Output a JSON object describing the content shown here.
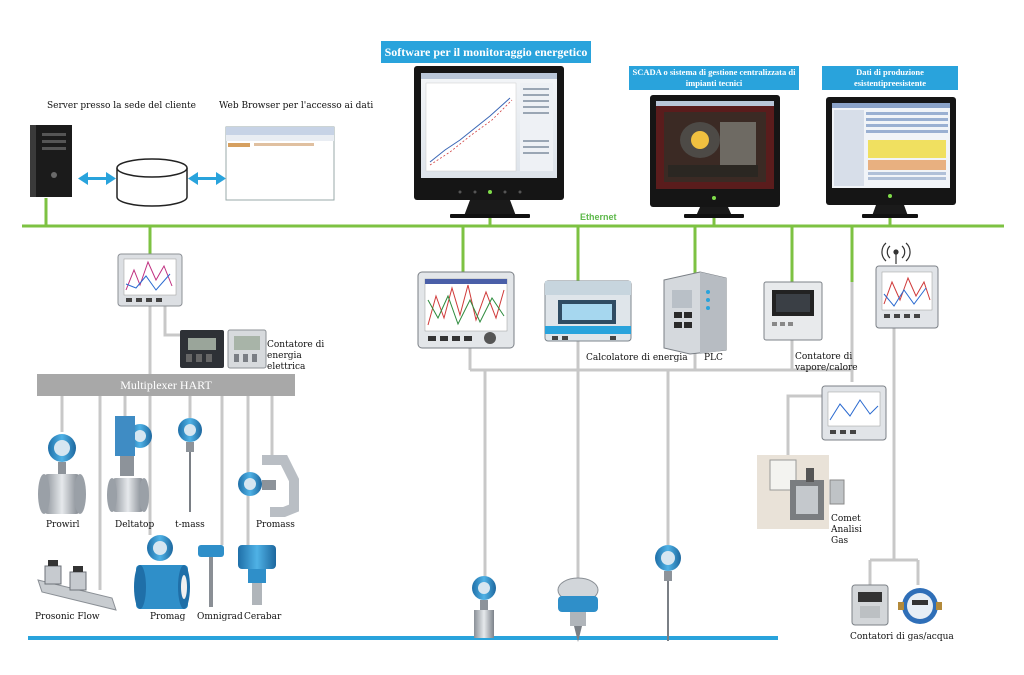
{
  "network": {
    "ethernet_label": "Ethernet",
    "multiplexer_label": "Multiplexer HART"
  },
  "top": {
    "server_label": "Server presso la sede del cliente",
    "browser_label": "Web Browser per l'accesso ai dati",
    "software_label": "Software per il monitoraggio energetico",
    "scada_label": "SCADA o sistema di gestione centralizzata di impianti tecnici",
    "production_label": "Dati di produzione esistentipreesistente"
  },
  "devices": {
    "electric_meter": "Contatore di energia elettrica",
    "energy_calculator": "Calcolatore di energia",
    "plc": "PLC",
    "steam_meter": "Contatore di vapore/calore",
    "gas_analysis": "Comet Analisi Gas",
    "gas_water_meters": "Contatori di gas/acqua"
  },
  "instruments": {
    "prowirl": "Prowirl",
    "deltatop": "Deltatop",
    "tmass": "t-mass",
    "promass": "Promass",
    "prosonic": "Prosonic Flow",
    "promag": "Promag",
    "omnigrad": "Omnigrad",
    "cerabar": "Cerabar"
  },
  "colors": {
    "ethernet": "#7dc242",
    "fieldbus": "#29a3dc",
    "wire": "#c8c8c8",
    "label_bg": "#29a3dc",
    "device_blue": "#2f8fc9"
  }
}
